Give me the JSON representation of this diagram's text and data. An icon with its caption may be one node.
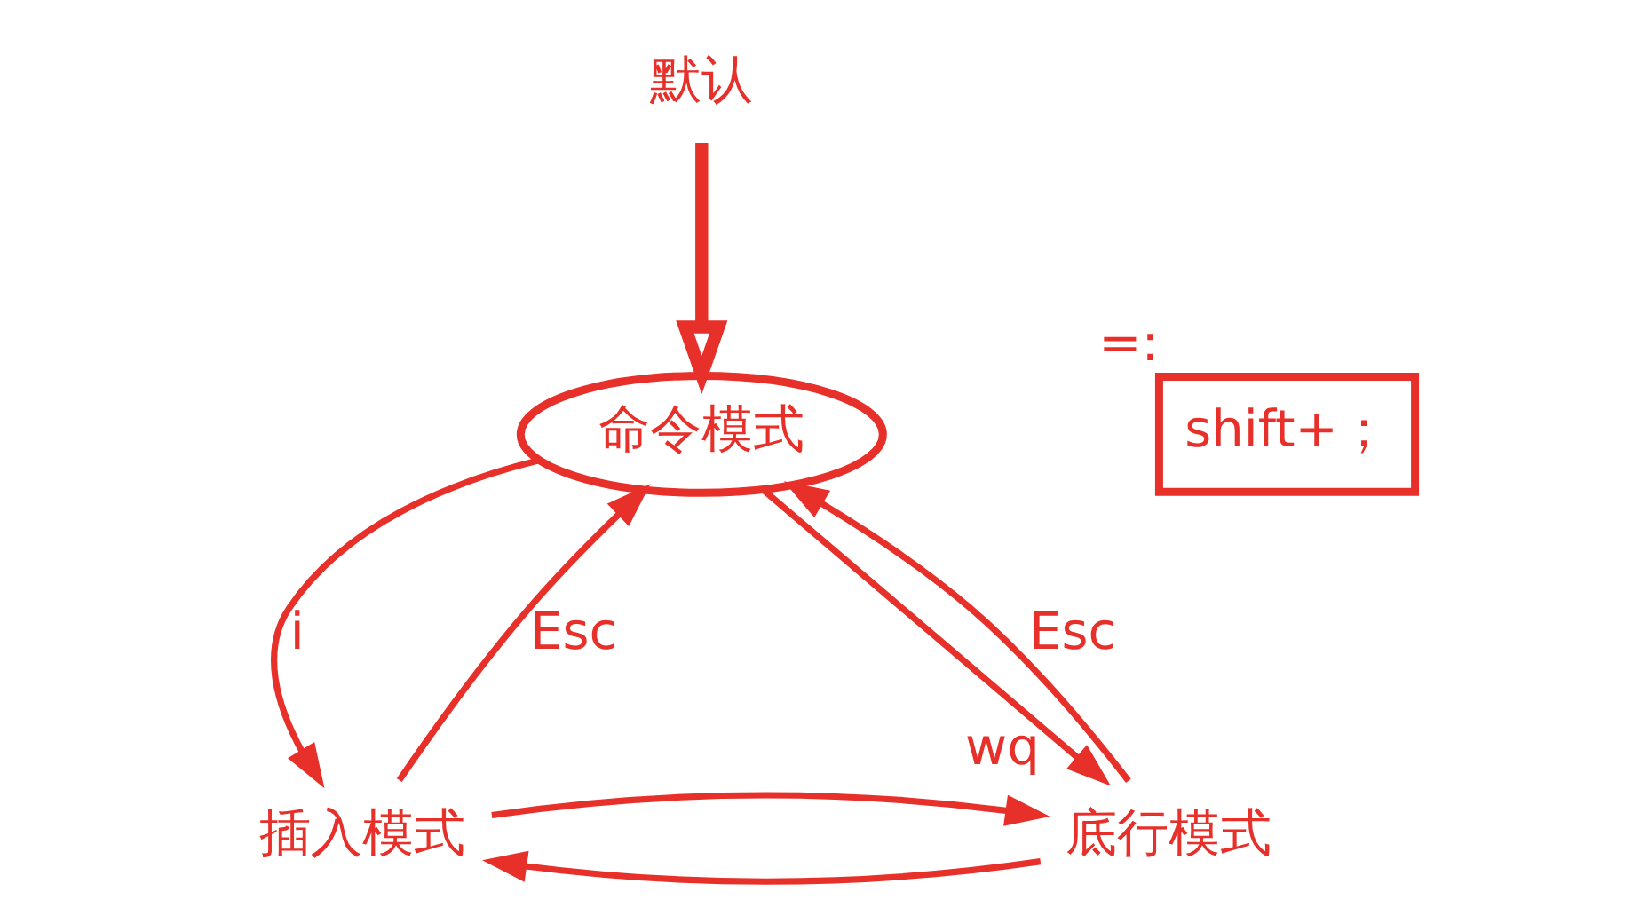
{
  "diagram": {
    "nodes": [
      {
        "text": [
          "默认"
        ]
      },
      {
        "text": [
          "命令模式"
        ]
      },
      {
        "text": [
          "插入模式"
        ]
      },
      {
        "text": [
          "底行模式"
        ],
        "beside": [
          "wq"
        ]
      },
      {
        "text": [
          "shift+；"
        ],
        "beside": [
          "=:"
        ]
      }
    ],
    "edges": [
      {
        "from": 0,
        "to": 1,
        "arrow": "to",
        "style": "thick"
      },
      {
        "from": 1,
        "to": 2,
        "arrow": "to",
        "label": "i"
      },
      {
        "from": 2,
        "to": 1,
        "arrow": "to",
        "label": "Esc"
      },
      {
        "from": 1,
        "to": 3,
        "arrow": "to"
      },
      {
        "from": 3,
        "to": 1,
        "arrow": "to",
        "label": "Esc"
      },
      {
        "from": 3,
        "to": 2,
        "arrow": "to"
      },
      {
        "from": 2,
        "to": 3,
        "arrow": "to"
      }
    ]
  }
}
